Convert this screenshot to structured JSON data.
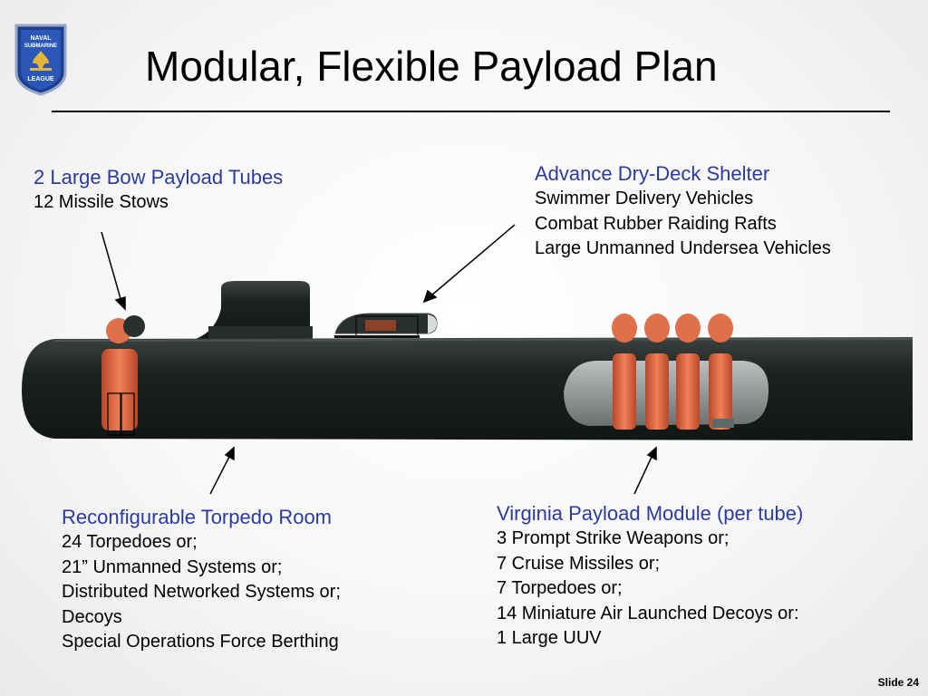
{
  "logo": {
    "line1": "NAVAL",
    "line2": "SUBMARINE",
    "line3": "LEAGUE"
  },
  "title": "Modular, Flexible Payload Plan",
  "callouts": {
    "bow": {
      "heading": "2 Large Bow Payload Tubes",
      "lines": [
        "12 Missile Stows"
      ]
    },
    "dry_deck": {
      "heading": "Advance Dry-Deck Shelter",
      "lines": [
        "Swimmer Delivery Vehicles",
        "Combat Rubber Raiding Rafts",
        "Large Unmanned Undersea Vehicles"
      ]
    },
    "torpedo_room": {
      "heading": "Reconfigurable Torpedo Room",
      "lines": [
        "24 Torpedoes or;",
        "21” Unmanned Systems or;",
        "Distributed Networked Systems or;",
        "Decoys",
        "Special Operations Force Berthing"
      ]
    },
    "vpm": {
      "heading": "Virginia Payload Module (per tube)",
      "lines": [
        "3 Prompt Strike Weapons or;",
        "7 Cruise Missiles or;",
        "7 Torpedoes or;",
        "14 Miniature Air Launched Decoys or:",
        "1 Large UUV"
      ]
    }
  },
  "slide_label": "Slide 24",
  "colors": {
    "heading": "#2b3aa0",
    "hull": "#1f2523",
    "payload": "#d9653f"
  }
}
